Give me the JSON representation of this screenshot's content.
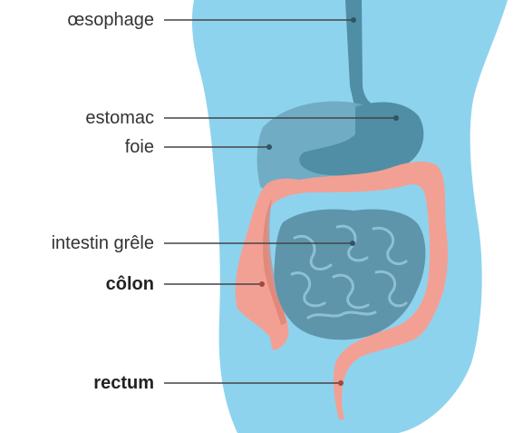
{
  "labels": {
    "oesophagus": "œsophage",
    "stomach": "estomac",
    "liver": "foie",
    "small_intestine": "intestin grêle",
    "colon": "côlon",
    "rectum": "rectum"
  },
  "colors": {
    "body": "#8ed3ee",
    "organ_dark": "#4f8ea5",
    "liver": "#6da9bf",
    "small_intestine": "#5e95ab",
    "colon": "#f2a094",
    "colon_shadow": "#d97a6c",
    "leader": "#444444"
  }
}
